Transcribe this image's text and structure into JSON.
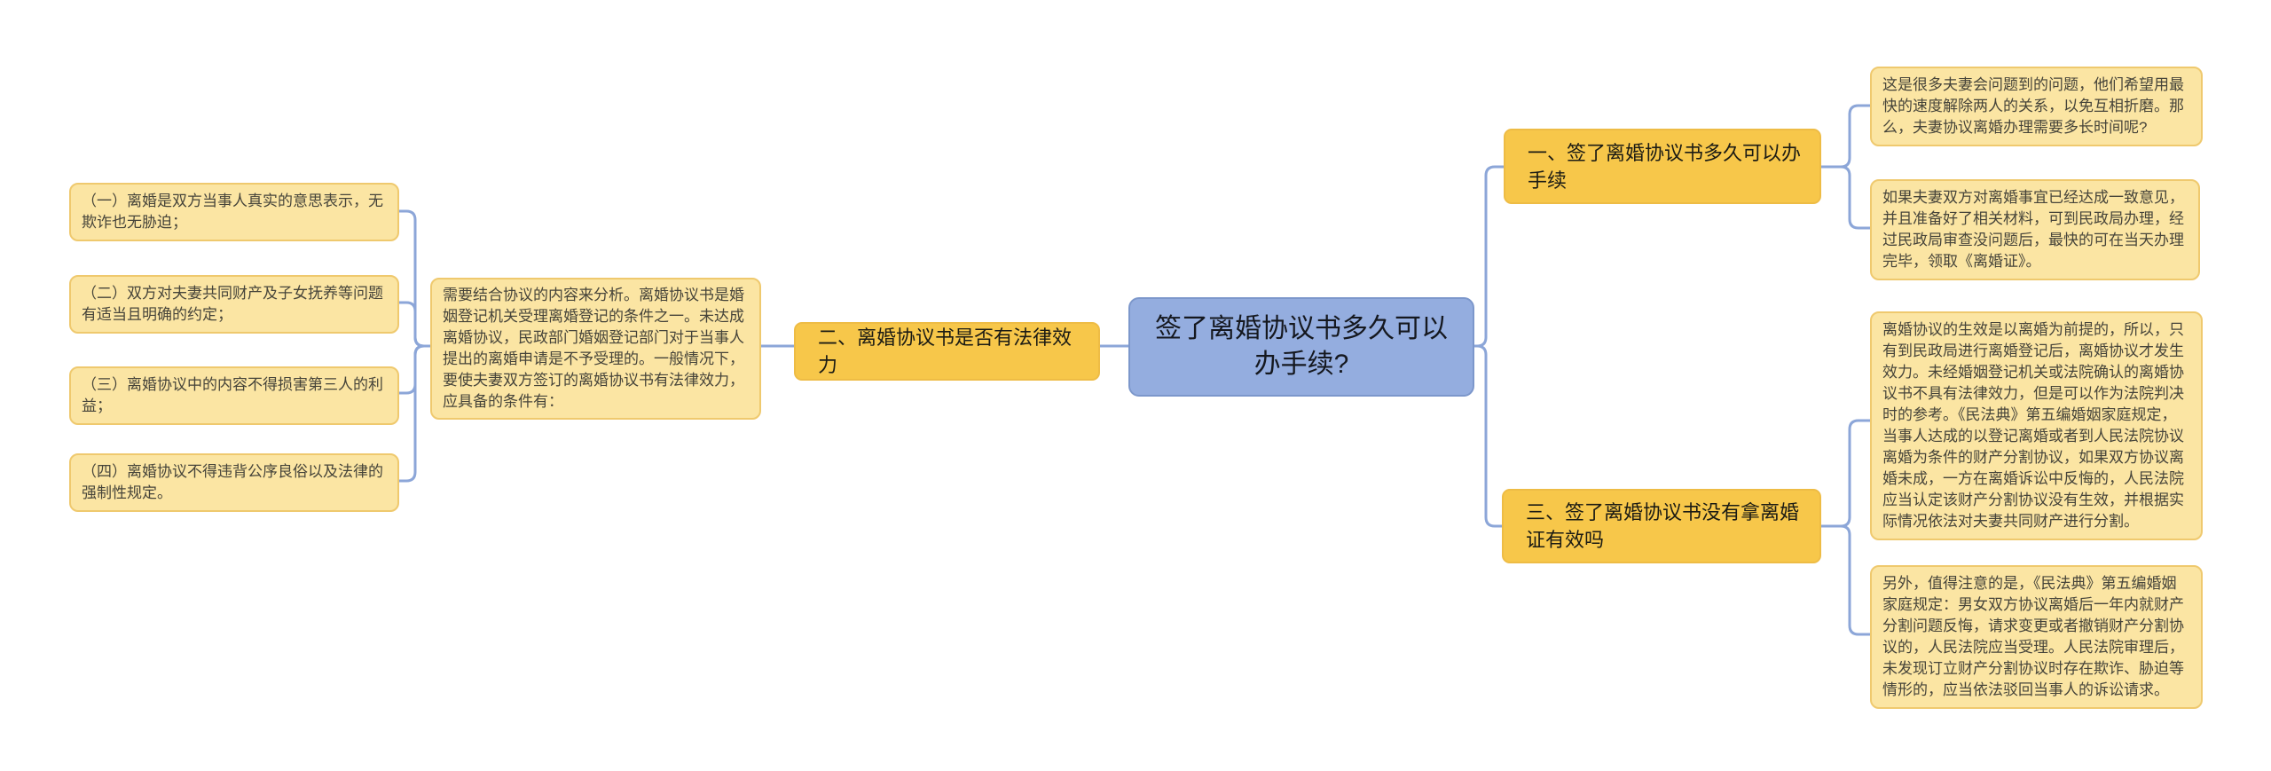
{
  "colors": {
    "leaf_bg": "#fbe5a3",
    "leaf_border": "#efc96e",
    "leaf_text": "#46443a",
    "header_bg": "#f7c74a",
    "header_border": "#eebc45",
    "header_text": "#1b1b14",
    "center_bg": "#94addf",
    "center_border": "#7c97cb",
    "center_text": "#15181f",
    "connector": "#8ca6d8",
    "page_bg": "#ffffff"
  },
  "center_node": {
    "label": "签了离婚协议书多久可以办手续?"
  },
  "branch_one": {
    "header": "一、签了离婚协议书多久可以办手续",
    "leaves": [
      {
        "text": "这是很多夫妻会问题到的问题，他们希望用最快的速度解除两人的关系，以免互相折磨。那么，夫妻协议离婚办理需要多长时间呢?"
      },
      {
        "text": "如果夫妻双方对离婚事宜已经达成一致意见，并且准备好了相关材料，可到民政局办理，经过民政局审查没问题后，最快的可在当天办理完毕，领取《离婚证》。"
      }
    ]
  },
  "branch_two": {
    "header": "二、离婚协议书是否有法律效力",
    "note": "需要结合协议的内容来分析。离婚协议书是婚姻登记机关受理离婚登记的条件之一。未达成离婚协议，民政部门婚姻登记部门对于当事人提出的离婚申请是不予受理的。一般情况下，要使夫妻双方签订的离婚协议书有法律效力，应具备的条件有：",
    "leaves": [
      {
        "text": "（一）离婚是双方当事人真实的意思表示，无欺诈也无胁迫；"
      },
      {
        "text": "（二）双方对夫妻共同财产及子女抚养等问题有适当且明确的约定；"
      },
      {
        "text": "（三）离婚协议中的内容不得损害第三人的利益；"
      },
      {
        "text": "（四）离婚协议不得违背公序良俗以及法律的强制性规定。"
      }
    ]
  },
  "branch_three": {
    "header": "三、签了离婚协议书没有拿离婚证有效吗",
    "leaves": [
      {
        "text": "离婚协议的生效是以离婚为前提的，所以，只有到民政局进行离婚登记后，离婚协议才发生效力。未经婚姻登记机关或法院确认的离婚协议书不具有法律效力，但是可以作为法院判决时的参考。《民法典》第五编婚姻家庭规定，当事人达成的以登记离婚或者到人民法院协议离婚为条件的财产分割协议，如果双方协议离婚未成，一方在离婚诉讼中反悔的，人民法院应当认定该财产分割协议没有生效，并根据实际情况依法对夫妻共同财产进行分割。"
      },
      {
        "text": "另外，值得注意的是，《民法典》第五编婚姻家庭规定：男女双方协议离婚后一年内就财产分割问题反悔，请求变更或者撤销财产分割协议的，人民法院应当受理。人民法院审理后，未发现订立财产分割协议时存在欺诈、胁迫等情形的，应当依法驳回当事人的诉讼请求。"
      }
    ]
  }
}
